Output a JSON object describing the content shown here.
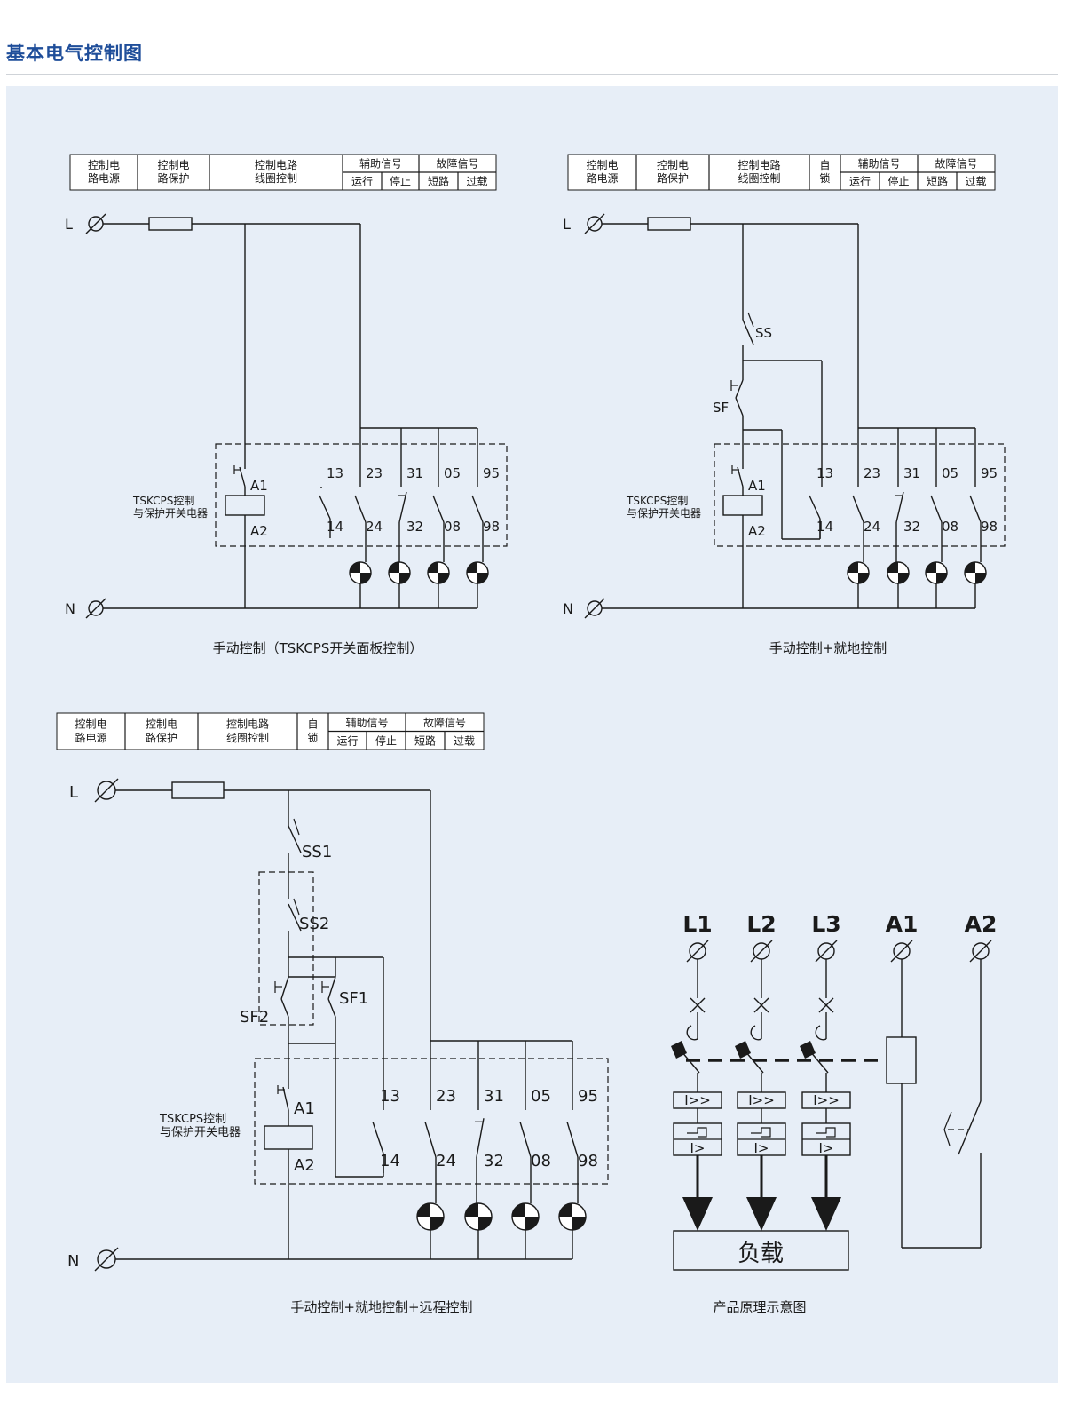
{
  "page": {
    "title": "基本电气控制图"
  },
  "table_labels": {
    "power": [
      "控制电",
      "路电源"
    ],
    "protect": [
      "控制电",
      "路保护"
    ],
    "coil": [
      "控制电路",
      "线圈控制"
    ],
    "selflock": [
      "自",
      "锁"
    ],
    "aux": "辅助信号",
    "fault": "故障信号",
    "run": "运行",
    "stop": "停止",
    "short": "短路",
    "overload": "过载"
  },
  "terminals": {
    "line": "L",
    "neutral": "N"
  },
  "device_label": [
    "TSKCPS控制",
    "与保护开关电器"
  ],
  "coil_terms": {
    "a1": "A1",
    "a2": "A2"
  },
  "contacts": {
    "top": [
      "13",
      "23",
      "31",
      "05",
      "95"
    ],
    "bottom": [
      "14",
      "24",
      "32",
      "08",
      "98"
    ]
  },
  "switches": {
    "ss": "SS",
    "sf": "SF",
    "ss1": "SS1",
    "ss2": "SS2",
    "sf1": "SF1",
    "sf2": "SF2"
  },
  "captions": {
    "d1": "手动控制（TSKCPS开关面板控制）",
    "d2": "手动控制+就地控制",
    "d3": "手动控制+就地控制+远程控制",
    "d4": "产品原理示意图"
  },
  "principle": {
    "terminals": [
      "L1",
      "L2",
      "L3",
      "A1",
      "A2"
    ],
    "inst_trip": "I>>",
    "overload_trip": "I>",
    "load": "负载"
  },
  "colors": {
    "title": "#1f4e9a",
    "panel": "#e7eef7"
  }
}
